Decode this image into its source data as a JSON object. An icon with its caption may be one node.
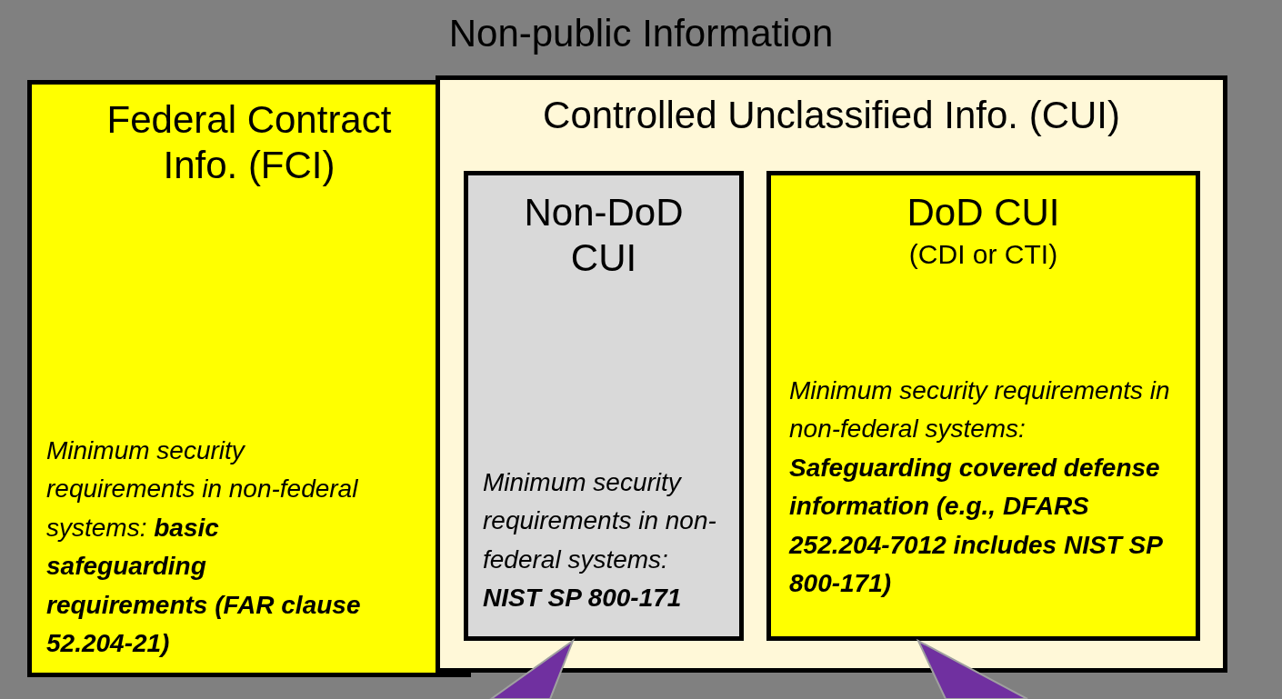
{
  "diagram": {
    "nodes": [
      {
        "text": [
          "Non-public Information"
        ]
      },
      {
        "text": [
          "Federal Contract Info. (FCI)",
          "Minimum security requirements in non-federal systems: **basic safeguarding requirements (FAR clause 52.204-21)**"
        ],
        "in": 0
      },
      {
        "text": [
          "Controlled Unclassified Info. (CUI)"
        ],
        "in": 0
      },
      {
        "text": [
          "Non-DoD CUI",
          "Minimum security requirements in non-federal systems: **NIST SP 800-171**"
        ],
        "in": 2
      },
      {
        "text": [
          "DoD CUI",
          "(CDI or CTI)",
          "Minimum security requirements in non-federal systems:  **Safeguarding covered defense information (e.g., DFARS 252.204-7012 includes NIST SP 800-171)**"
        ],
        "in": 2
      }
    ],
    "edges": [
      {
        "from": null,
        "to": 3,
        "arrow": "to",
        "style": "thick",
        "color": "#7030a0"
      },
      {
        "from": null,
        "to": 4,
        "arrow": "to",
        "style": "thick",
        "color": "#7030a0"
      }
    ]
  }
}
